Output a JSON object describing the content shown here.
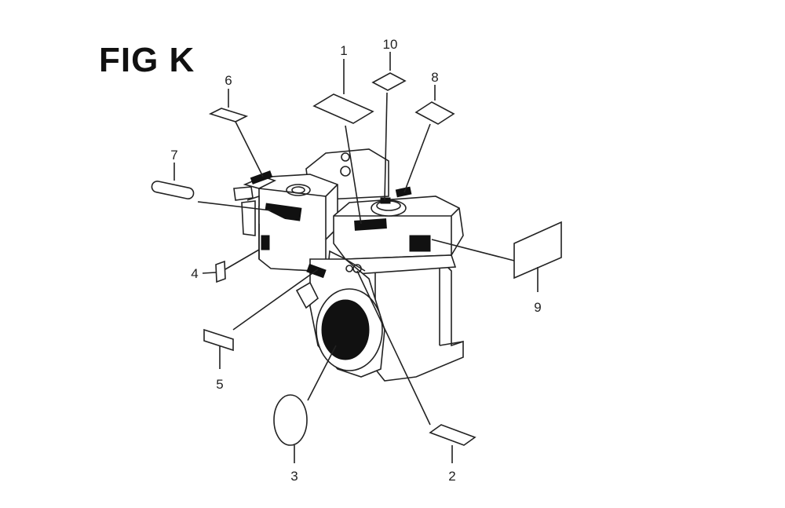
{
  "figure": {
    "title": "FIG K",
    "callouts": [
      {
        "id": "callout-1",
        "number": "1"
      },
      {
        "id": "callout-2",
        "number": "2"
      },
      {
        "id": "callout-3",
        "number": "3"
      },
      {
        "id": "callout-4",
        "number": "4"
      },
      {
        "id": "callout-5",
        "number": "5"
      },
      {
        "id": "callout-6",
        "number": "6"
      },
      {
        "id": "callout-7",
        "number": "7"
      },
      {
        "id": "callout-8",
        "number": "8"
      },
      {
        "id": "callout-9",
        "number": "9"
      },
      {
        "id": "callout-10",
        "number": "10"
      }
    ]
  }
}
